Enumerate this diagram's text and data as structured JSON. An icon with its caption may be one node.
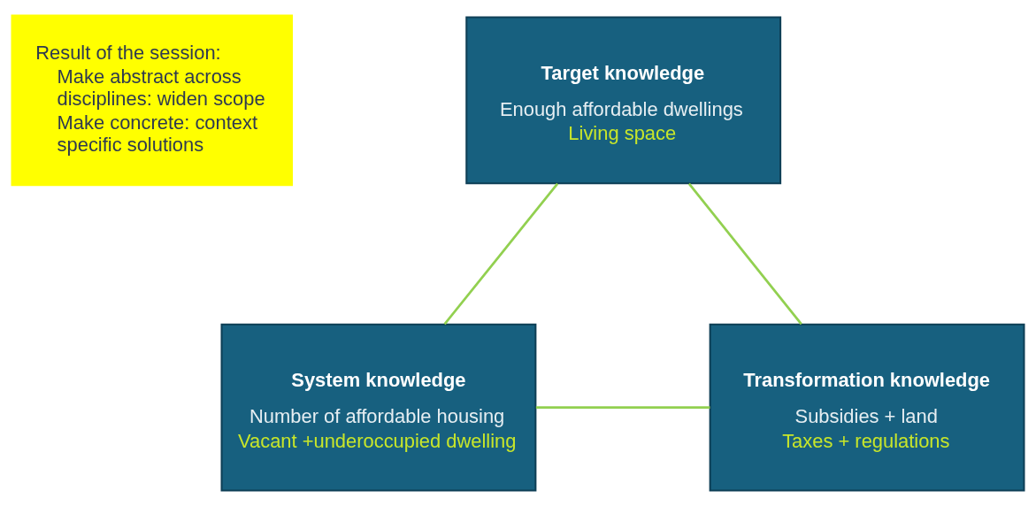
{
  "diagram": {
    "nodes": [
      {
        "text": [
          "Result of the session:",
          "Make abstract across disciplines: widen scope",
          "Make concrete: context specific solutions"
        ]
      },
      {
        "text": [
          "Target knowledge",
          "Enough affordable dwellings",
          "Living space"
        ]
      },
      {
        "text": [
          "System knowledge",
          "Number of affordable housing",
          "Vacant +underoccupied dwelling"
        ]
      },
      {
        "text": [
          "Transformation knowledge",
          "Subsidies + land",
          "Taxes + regulations"
        ]
      }
    ],
    "edges": [
      {
        "from": 1,
        "to": 2,
        "arrow": "none",
        "color": "#92d050"
      },
      {
        "from": 1,
        "to": 3,
        "arrow": "none",
        "color": "#92d050"
      },
      {
        "from": 2,
        "to": 3,
        "arrow": "none",
        "color": "#92d050"
      }
    ]
  }
}
